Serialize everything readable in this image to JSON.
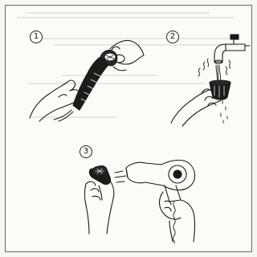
{
  "steps": [
    {
      "number": "1",
      "icon": "hands-twisting-attachment-icon"
    },
    {
      "number": "2",
      "icon": "rinsing-attachment-under-faucet-icon"
    },
    {
      "number": "3",
      "icon": "drying-attachment-with-hair-dryer-icon"
    }
  ],
  "colors": {
    "ink": "#1a1a1a",
    "paper": "#fbfbf9",
    "border": "#6a6a6a"
  }
}
